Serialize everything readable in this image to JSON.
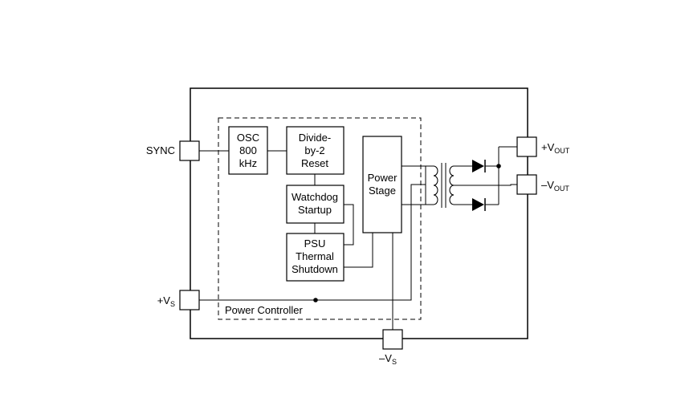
{
  "pins": {
    "sync": "SYNC",
    "vout_pos": {
      "sign": "+V",
      "sub": "OUT"
    },
    "vout_neg": {
      "sign": "–V",
      "sub": "OUT"
    },
    "vs_pos": {
      "sign": "+V",
      "sub": "S"
    },
    "vs_neg": {
      "sign": "–V",
      "sub": "S"
    }
  },
  "blocks": {
    "osc": [
      "OSC",
      "800",
      "kHz"
    ],
    "divider": [
      "Divide-",
      "by-2",
      "Reset"
    ],
    "watchdog": [
      "Watchdog",
      "Startup"
    ],
    "psu": [
      "PSU",
      "Thermal",
      "Shutdown"
    ],
    "power_stage": [
      "Power",
      "Stage"
    ]
  },
  "power_controller_label": "Power Controller"
}
